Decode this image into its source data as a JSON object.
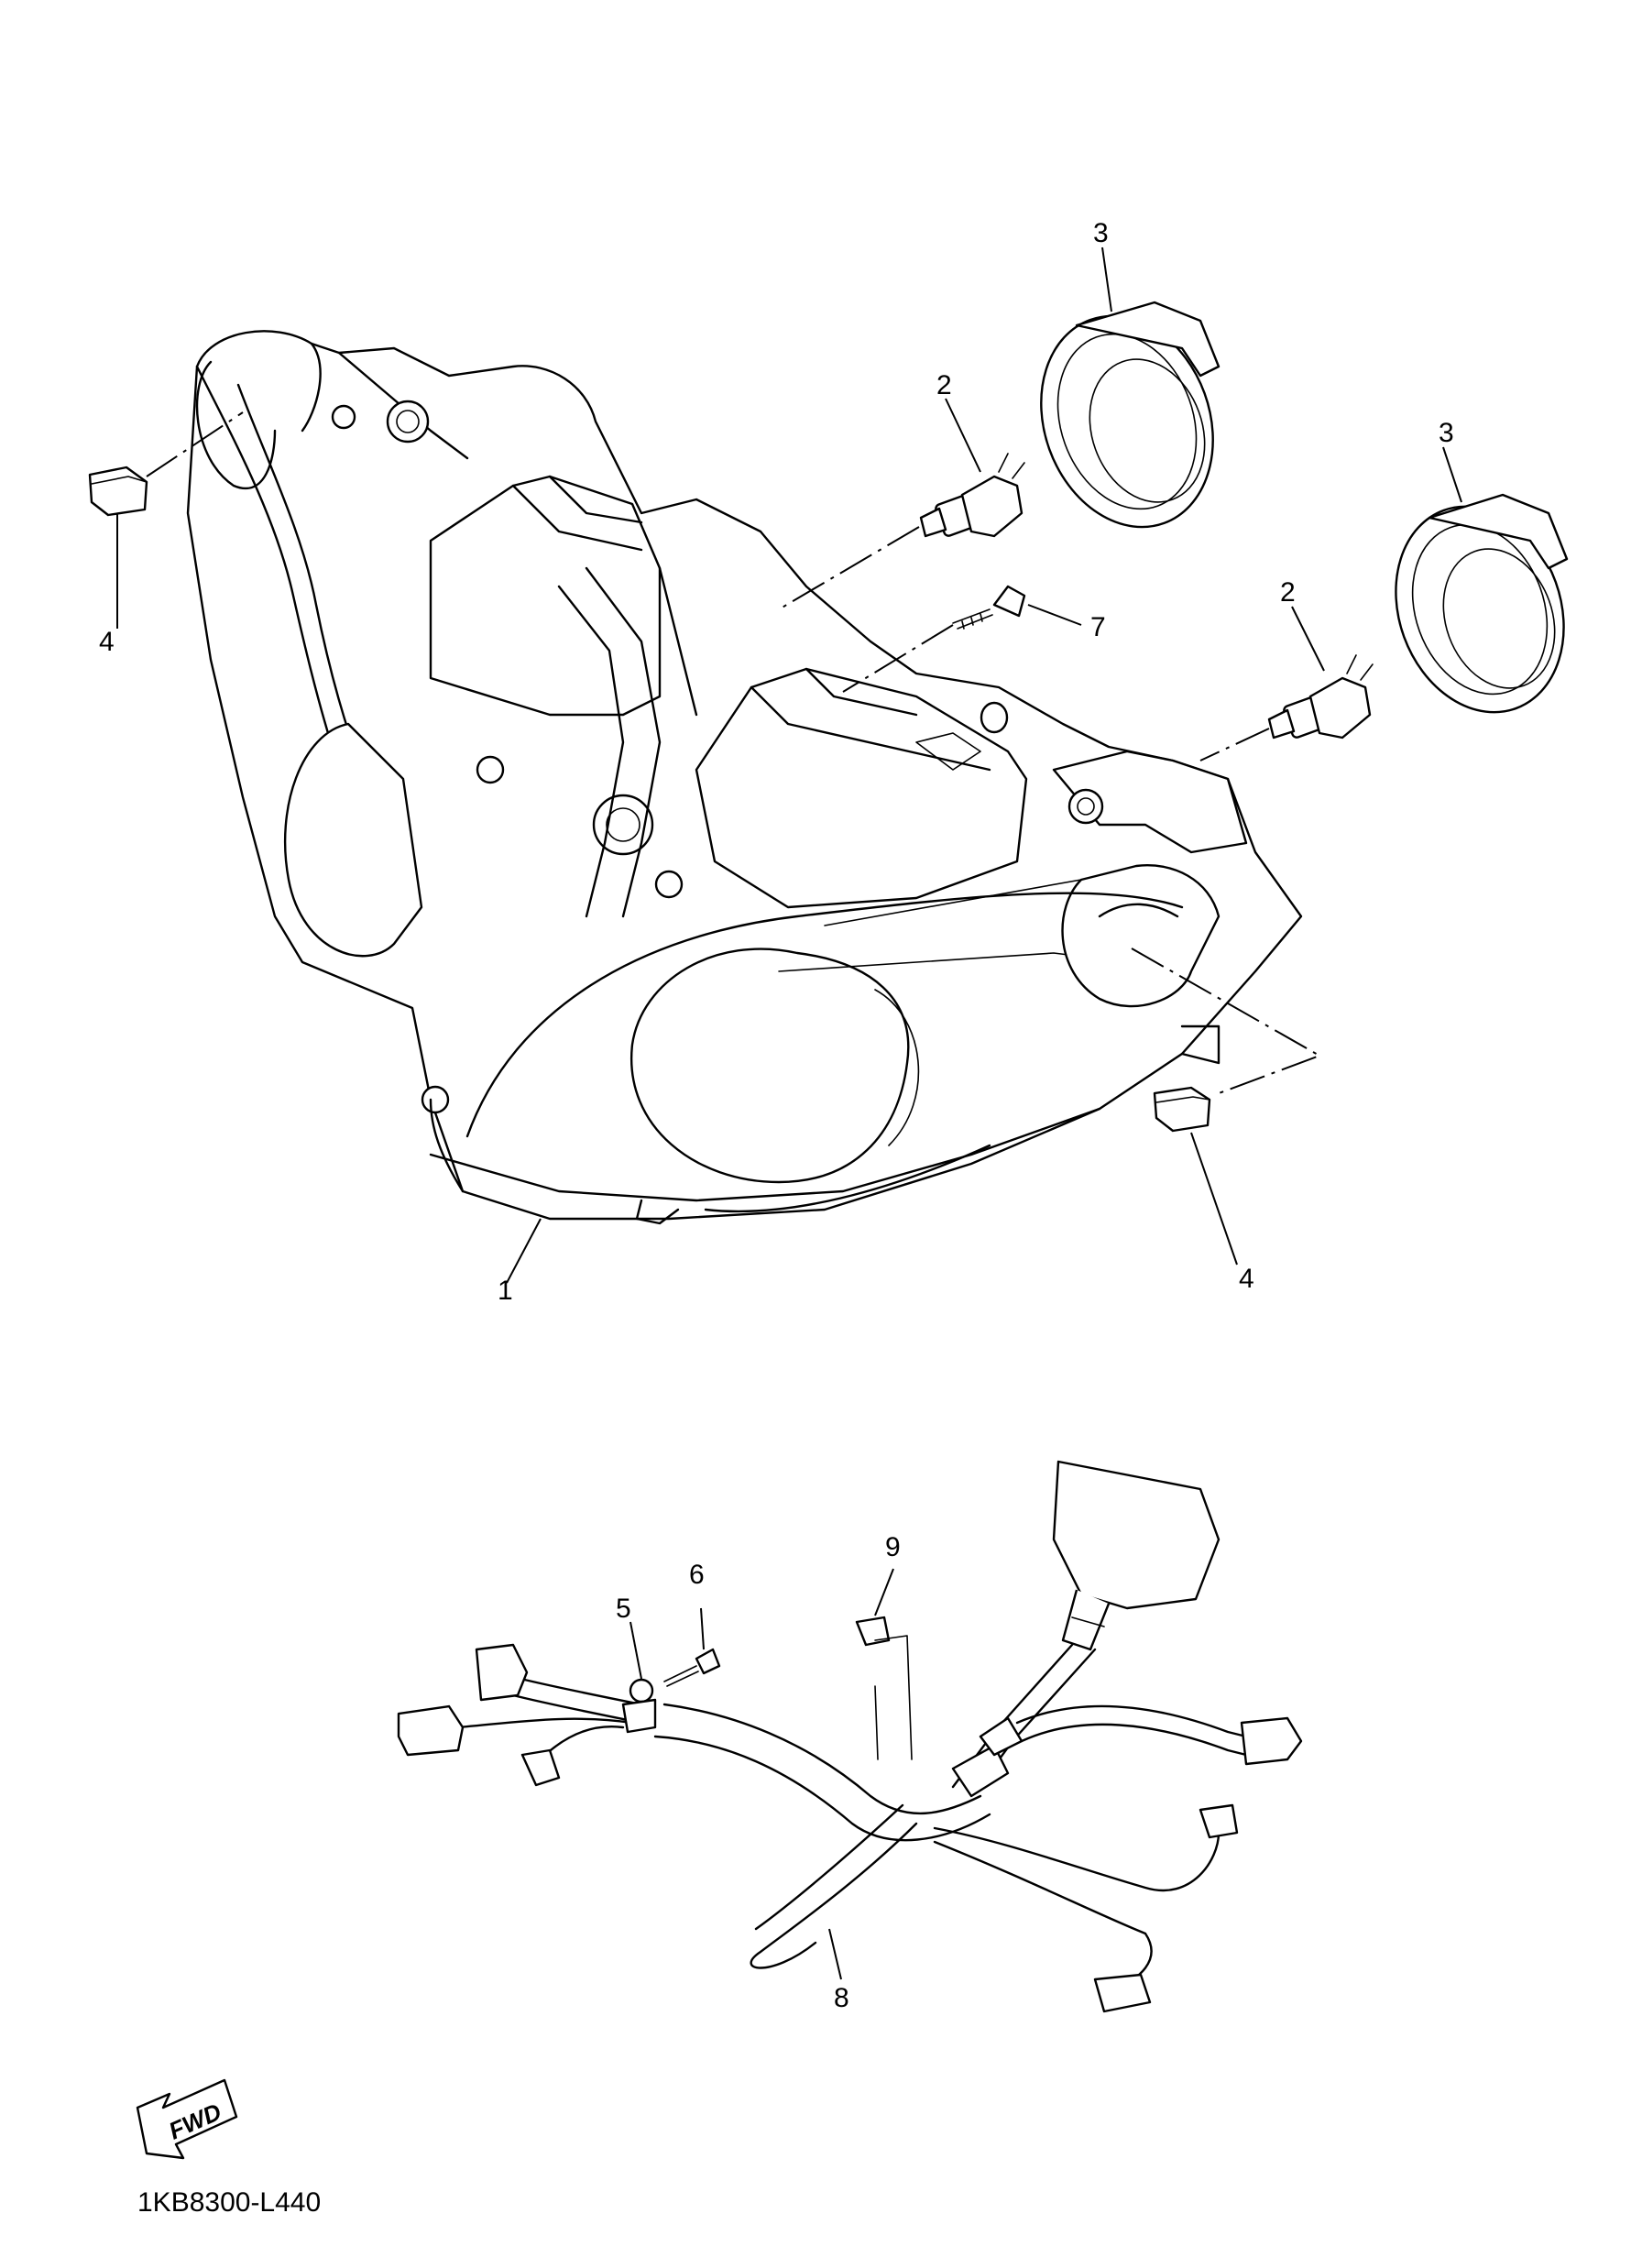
{
  "diagram": {
    "drawing_code": "1KB8300-L440",
    "direction_label": "FWD",
    "callouts": {
      "headlight_assembly": "1",
      "bulb_left": "2",
      "bulb_right": "2",
      "socket_cover_left": "3",
      "socket_cover_right": "3",
      "cap_left": "4",
      "cap_right": "4",
      "clamp": "5",
      "screw_harness": "6",
      "screw_headlight": "7",
      "wire_harness": "8",
      "clip": "9"
    }
  }
}
